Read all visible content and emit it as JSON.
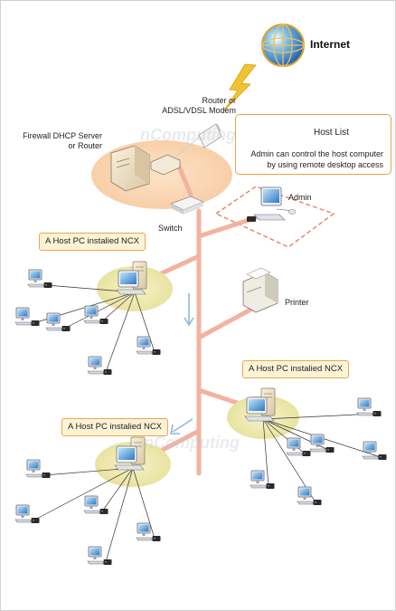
{
  "labels": {
    "internet": "Internet",
    "router_line1": "Router or",
    "router_line2": "ADSL/VDSL Modem",
    "firewall_line1": "Firewall DHCP Server",
    "firewall_line2": "or Router",
    "switch": "Switch",
    "printer": "Printer",
    "admin": "Admin",
    "host_list_title": "Host List",
    "host_list_line1": "Admin can control the host computer",
    "host_list_line2": "by using remote desktop access",
    "host_tag_1": "A Host PC instalied NCX",
    "host_tag_2": "A Host PC instalied NCX",
    "host_tag_3": "A Host PC instalied NCX",
    "watermark": "nComputing"
  },
  "colors": {
    "network_cable": "#f3b2a0",
    "tag_fill": "#fff3d6",
    "tag_border": "#e9a64b",
    "host_halo": "#f2eeb6",
    "admin_dashed": "#e7806d",
    "flow_arrow": "#8fb8dc",
    "lightning": "#f2c230"
  },
  "icons": [
    "globe-icon",
    "lightning-icon",
    "router-icon",
    "server-icon",
    "switch-icon",
    "printer-icon",
    "monitor-icon",
    "host-list-icon",
    "arrow-down-icon"
  ]
}
